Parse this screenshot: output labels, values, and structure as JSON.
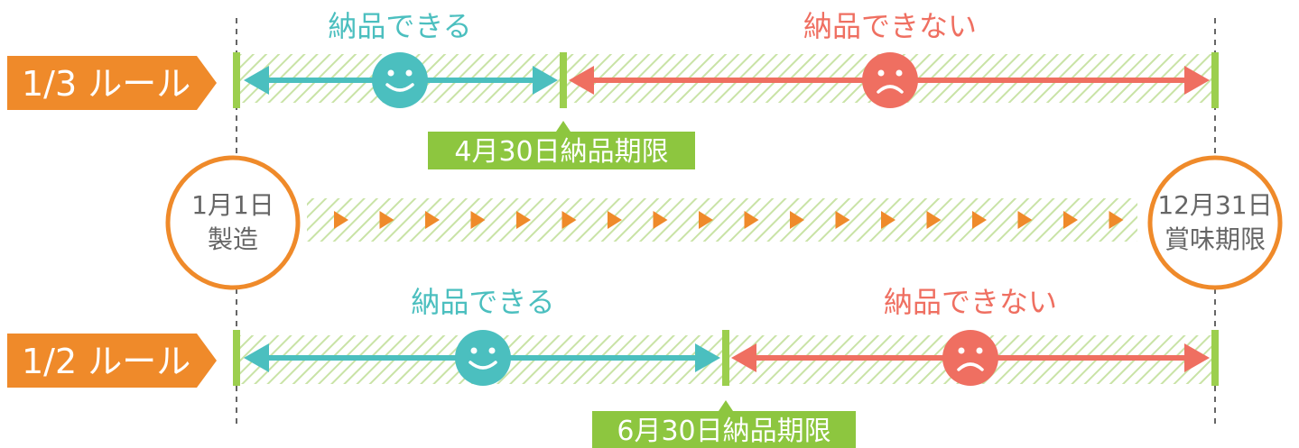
{
  "rules": [
    {
      "label": "1/3 ルール",
      "ok_label": "納品できる",
      "ng_label": "納品できない",
      "deadline_label": "4月30日納品期限"
    },
    {
      "label": "1/2 ルール",
      "ok_label": "納品できる",
      "ng_label": "納品できない",
      "deadline_label": "6月30日納品期限"
    }
  ],
  "start": {
    "line1": "1月1日",
    "line2": "製造"
  },
  "end": {
    "line1": "12月31日",
    "line2": "賞味期限"
  },
  "colors": {
    "orange": "#ef8a2a",
    "teal": "#4bbfbf",
    "coral": "#ef6f61",
    "green": "#9ccf4e",
    "hatch": "#c9e3a6"
  },
  "icons": {
    "ok": "smiley-face-icon",
    "ng": "frowny-face-icon",
    "flow": "triangle-arrow-icon"
  }
}
